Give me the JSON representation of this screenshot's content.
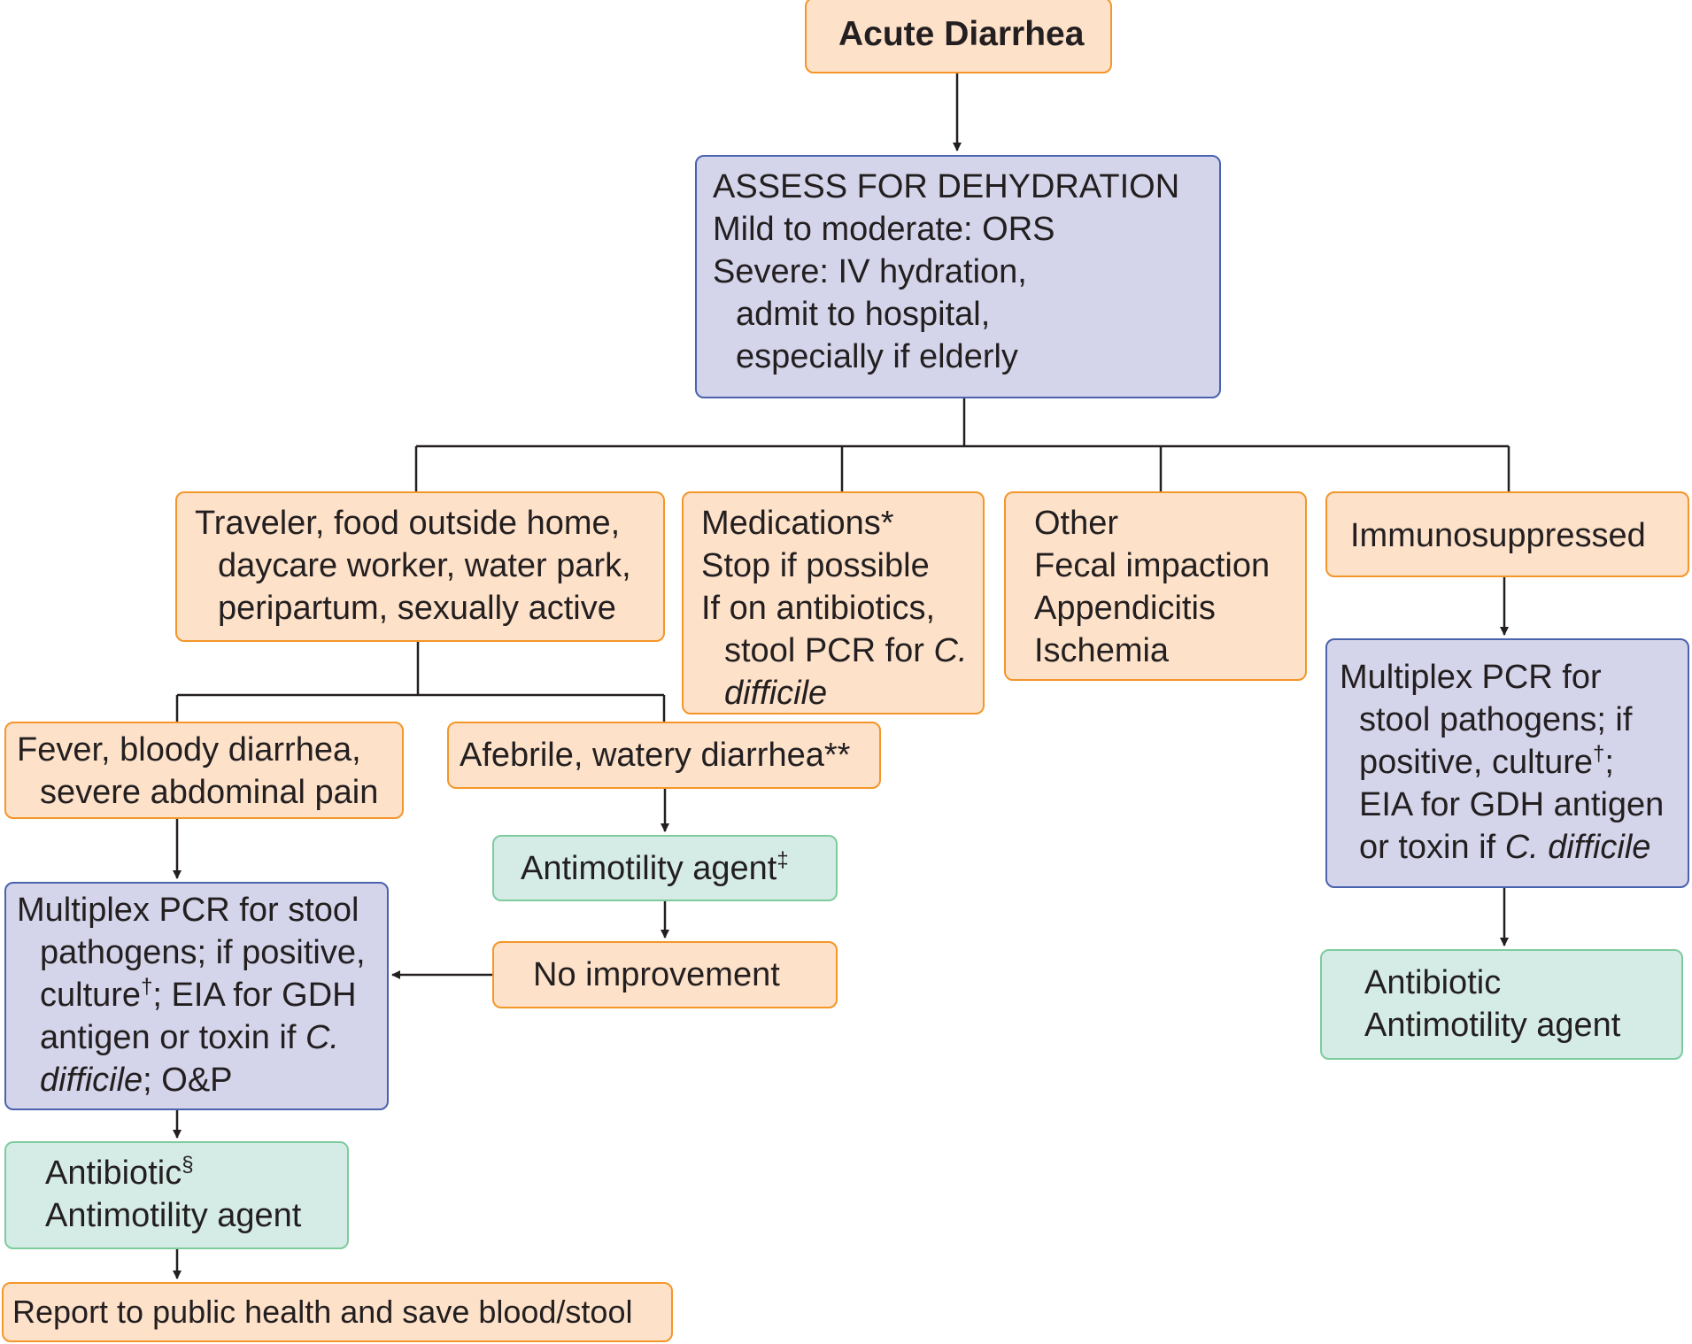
{
  "diagram": {
    "root": {
      "text": "Acute Diarrhea"
    },
    "assess": {
      "lines": [
        "ASSESS FOR DEHYDRATION",
        "Mild to moderate: ORS",
        "Severe: IV hydration,",
        "admit to hospital,",
        "especially if elderly"
      ]
    },
    "traveler": {
      "lines": [
        "Traveler, food outside home,",
        "daycare worker, water park,",
        "peripartum, sexually active"
      ]
    },
    "medications": {
      "lines": [
        "Medications*",
        "Stop if possible",
        "If on antibiotics,",
        "stool PCR for ",
        "C.",
        "difficile"
      ]
    },
    "other": {
      "lines": [
        "Other",
        "Fecal impaction",
        "Appendicitis",
        "Ischemia"
      ]
    },
    "immuno": {
      "text": "Immunosuppressed"
    },
    "fever": {
      "lines": [
        "Fever, bloody diarrhea,",
        "severe abdominal pain"
      ]
    },
    "afebrile": {
      "text": "Afebrile, watery diarrhea**"
    },
    "antimotility": {
      "text": "Antimotility agent",
      "sup": "‡"
    },
    "no_improvement": {
      "text": "No improvement"
    },
    "multiplex_left": {
      "lines": [
        "Multiplex PCR for stool",
        "pathogens; if positive,",
        "culture",
        "†",
        "; EIA for GDH",
        "antigen or toxin if ",
        "C.",
        "difficile",
        "; O&P"
      ]
    },
    "antibiotic_left": {
      "lines": [
        "Antibiotic",
        "§",
        "Antimotility agent"
      ]
    },
    "report": {
      "text": "Report to public health and save blood/stool"
    },
    "multiplex_right": {
      "lines": [
        "Multiplex PCR for",
        "stool pathogens; if",
        "positive, culture",
        "†",
        ";",
        "EIA for GDH antigen",
        "or toxin if ",
        "C. difficile"
      ]
    },
    "antibiotic_right": {
      "lines": [
        "Antibiotic",
        "Antimotility agent"
      ]
    }
  },
  "colors": {
    "orange_fill": "#fde1c9",
    "orange_border": "#f4962a",
    "purple_fill": "#d4d4ea",
    "purple_border": "#4a63ae",
    "green_fill": "#d5ece6",
    "green_border": "#7ecb9e",
    "connector": "#231f20"
  }
}
